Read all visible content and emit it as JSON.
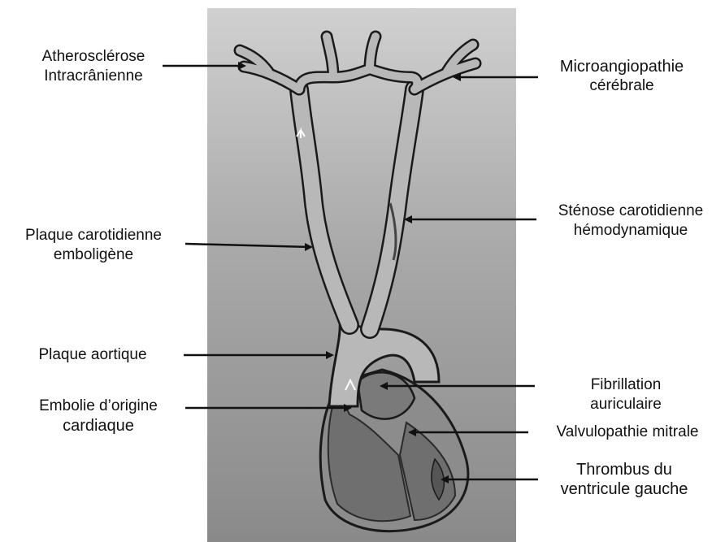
{
  "labels": {
    "atherosclerosis": {
      "line1": "Atherosclérose",
      "line2": "Intracrânienne"
    },
    "microangiopathy": {
      "line1": "Microangiopathie",
      "line2": "cérébrale"
    },
    "carotid_stenosis": {
      "line1": "Sténose carotidienne",
      "line2": "hémodynamique"
    },
    "carotid_plaque": {
      "line1": "Plaque carotidienne",
      "line2": "emboligène"
    },
    "aortic_plaque": {
      "line1": "Plaque aortique"
    },
    "cardiac_embolism": {
      "line1": "Embolie d’origine",
      "line2": "cardiaque"
    },
    "atrial_fibrillation": {
      "line1": "Fibrillation",
      "line2": "auriculaire"
    },
    "mitral_valvulopathy": {
      "line1": "Valvulopathie mitrale"
    },
    "lv_thrombus": {
      "line1": "Thrombus du",
      "line2": "ventricule gauche"
    }
  },
  "colors": {
    "panel_top": "#d0d0d0",
    "panel_bottom": "#8a8a8a",
    "vessel": "#b8b8b8",
    "vessel_outline": "#1a1a1a",
    "heart_chamber": "#6f6f6f"
  }
}
